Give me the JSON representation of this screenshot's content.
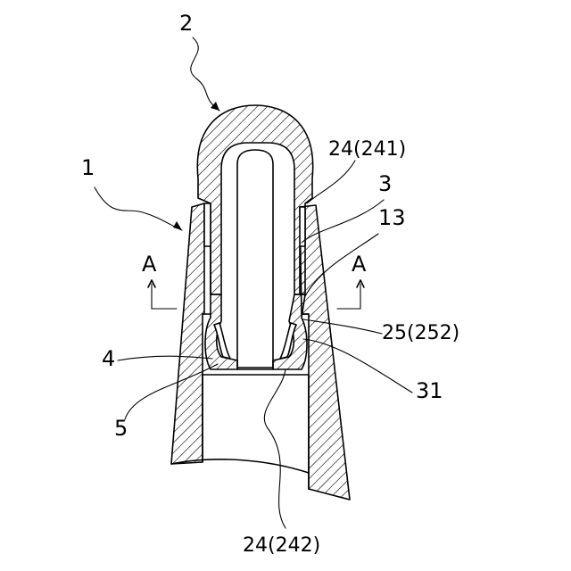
{
  "labels": {
    "cap": "2",
    "body": "1",
    "section_left": "A",
    "section_right": "A",
    "part_24_241": "24(241)",
    "part_3": "3",
    "part_13": "13",
    "part_25_252": "25(252)",
    "part_4": "4",
    "part_31": "31",
    "part_5": "5",
    "part_24_242": "24(242)"
  }
}
